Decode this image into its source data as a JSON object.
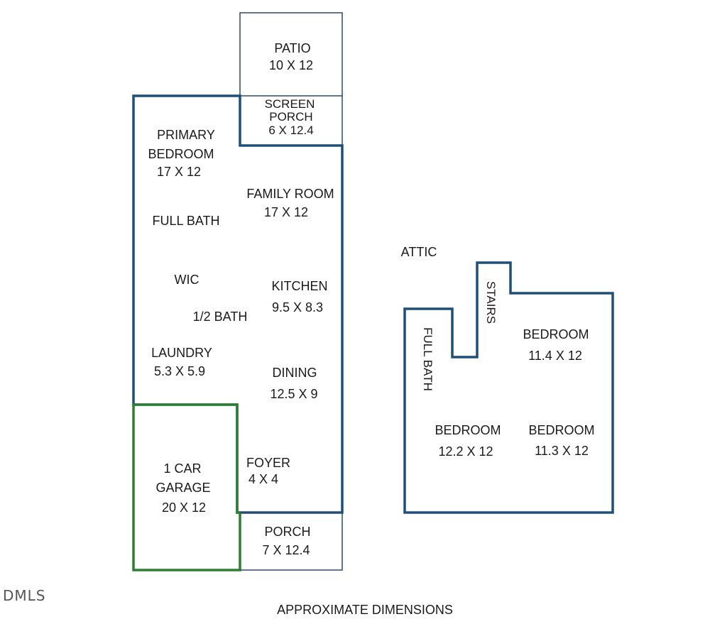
{
  "colors": {
    "main_wall": "#1f4e79",
    "garage_wall": "#2e7d32",
    "thin_line": "#2f4a66",
    "text": "#1a1a1a"
  },
  "main_floor": {
    "patio": {
      "name": "PATIO",
      "dims": "10 X 12"
    },
    "screen_porch": {
      "name_line1": "SCREEN",
      "name_line2": "PORCH",
      "dims": "6 X 12.4"
    },
    "primary_bedroom": {
      "name_line1": "PRIMARY",
      "name_line2": "BEDROOM",
      "dims": "17 X 12"
    },
    "family_room": {
      "name": "FAMILY ROOM",
      "dims": "17 X 12"
    },
    "full_bath": {
      "name": "FULL BATH"
    },
    "wic": {
      "name": "WIC"
    },
    "kitchen": {
      "name": "KITCHEN",
      "dims": "9.5 X 8.3"
    },
    "half_bath": {
      "name": "1/2 BATH"
    },
    "laundry": {
      "name": "LAUNDRY",
      "dims": "5.3 X 5.9"
    },
    "dining": {
      "name": "DINING",
      "dims": "12.5 X 9"
    },
    "garage": {
      "name_line1": "1 CAR",
      "name_line2": "GARAGE",
      "dims": "20 X 12"
    },
    "foyer": {
      "name": "FOYER",
      "dims": "4 X 4"
    },
    "porch": {
      "name": "PORCH",
      "dims": "7 X 12.4"
    }
  },
  "attic": {
    "title": "ATTIC",
    "stairs": {
      "name": "STAIRS"
    },
    "full_bath": {
      "name": "FULL BATH"
    },
    "bedroom_1": {
      "name": "BEDROOM",
      "dims": "11.4 X 12"
    },
    "bedroom_2": {
      "name": "BEDROOM",
      "dims": "12.2 X 12"
    },
    "bedroom_3": {
      "name": "BEDROOM",
      "dims": "11.3 X 12"
    }
  },
  "footer": {
    "watermark": "DMLS",
    "note": "APPROXIMATE DIMENSIONS"
  }
}
